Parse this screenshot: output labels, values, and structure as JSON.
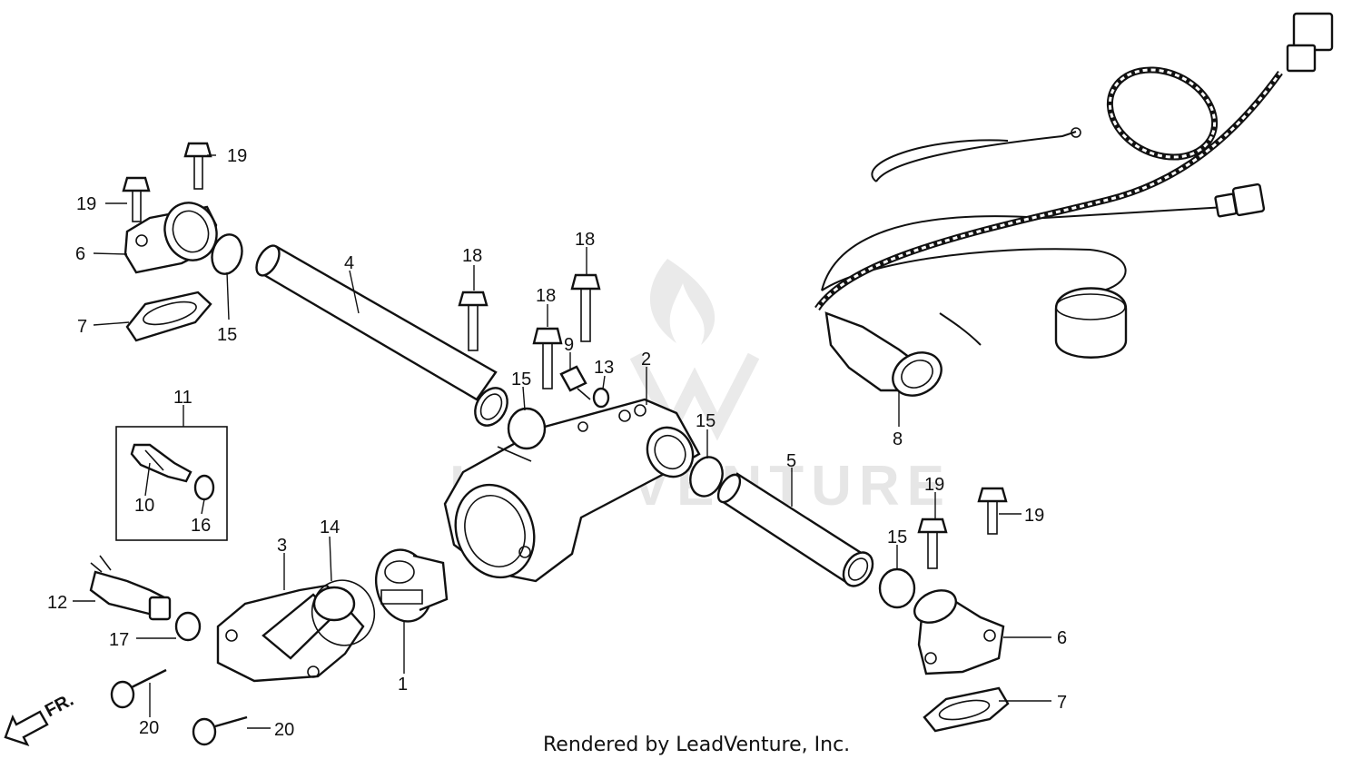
{
  "watermark": {
    "text": "LEADVENTURE"
  },
  "footer": {
    "credit": "Rendered by LeadVenture, Inc."
  },
  "direction": {
    "label": "FR."
  },
  "callouts": {
    "c1": "1",
    "c2": "2",
    "c3": "3",
    "c4": "4",
    "c5": "5",
    "c6a": "6",
    "c6b": "6",
    "c7a": "7",
    "c7b": "7",
    "c8": "8",
    "c9": "9",
    "c10": "10",
    "c11": "11",
    "c12": "12",
    "c13": "13",
    "c14": "14",
    "c15a": "15",
    "c15b": "15",
    "c15c": "15",
    "c15d": "15",
    "c16": "16",
    "c17": "17",
    "c18a": "18",
    "c18b": "18",
    "c18c": "18",
    "c19a": "19",
    "c19b": "19",
    "c19c": "19",
    "c19d": "19",
    "c20a": "20",
    "c20b": "20"
  }
}
